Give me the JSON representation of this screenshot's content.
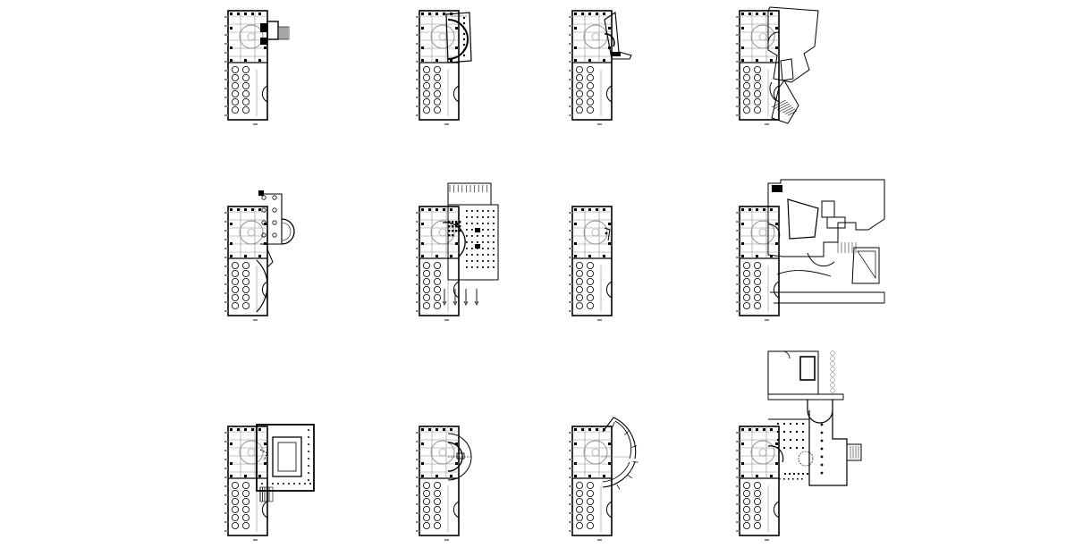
{
  "sheet": {
    "background": "#ffffff",
    "ink_color": "#000000",
    "grey_color": "#8a8a8a",
    "plans": [
      {
        "id": "r1c1",
        "addition": "small-rect-stair"
      },
      {
        "id": "r1c2",
        "addition": "curved-hall"
      },
      {
        "id": "r1c3",
        "addition": "small-angled"
      },
      {
        "id": "r1c4",
        "addition": "free-form-large"
      },
      {
        "id": "r2c1",
        "addition": "domed-chapel"
      },
      {
        "id": "r2c2",
        "addition": "hypostyle-grid"
      },
      {
        "id": "r2c3",
        "addition": "minimal"
      },
      {
        "id": "r2c4",
        "addition": "complex-wide"
      },
      {
        "id": "r3c1",
        "addition": "courtyard-block"
      },
      {
        "id": "r3c2",
        "addition": "circular-drum"
      },
      {
        "id": "r3c3",
        "addition": "crescent-arcs"
      },
      {
        "id": "r3c4",
        "addition": "axial-wing"
      }
    ]
  }
}
